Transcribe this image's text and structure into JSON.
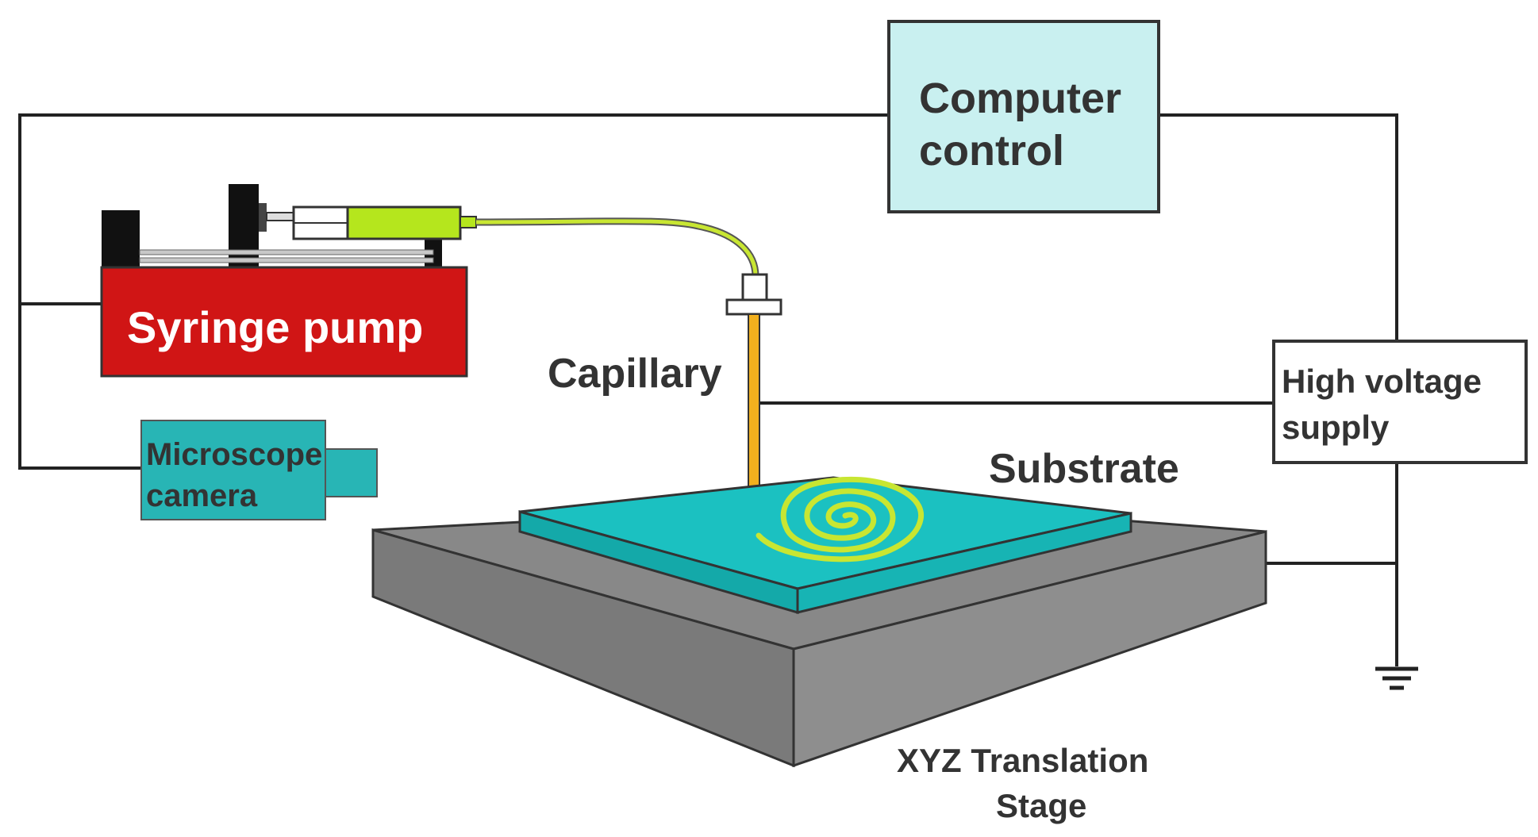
{
  "labels": {
    "computer_control_line1": "Computer",
    "computer_control_line2": "control",
    "syringe_pump": "Syringe pump",
    "capillary": "Capillary",
    "high_voltage_line1": "High voltage",
    "high_voltage_line2": "supply",
    "substrate": "Substrate",
    "microscope_line1": "Microscope",
    "microscope_line2": "camera",
    "stage_line1": "XYZ Translation",
    "stage_line2": "Stage"
  },
  "colors": {
    "computer_box": "#C9F0F0",
    "syringe_pump": "#D01515",
    "syringe_barrel_fill": "#B5E61D",
    "capillary": "#F2B01E",
    "microscope": "#28B5B5",
    "substrate_top": "#1BC1C1",
    "substrate_side": "#14A9A9",
    "stage_top": "#888888",
    "stage_left": "#7A7A7A",
    "stage_right": "#8E8E8E",
    "spiral": "#C8E632",
    "wire": "#222222"
  }
}
